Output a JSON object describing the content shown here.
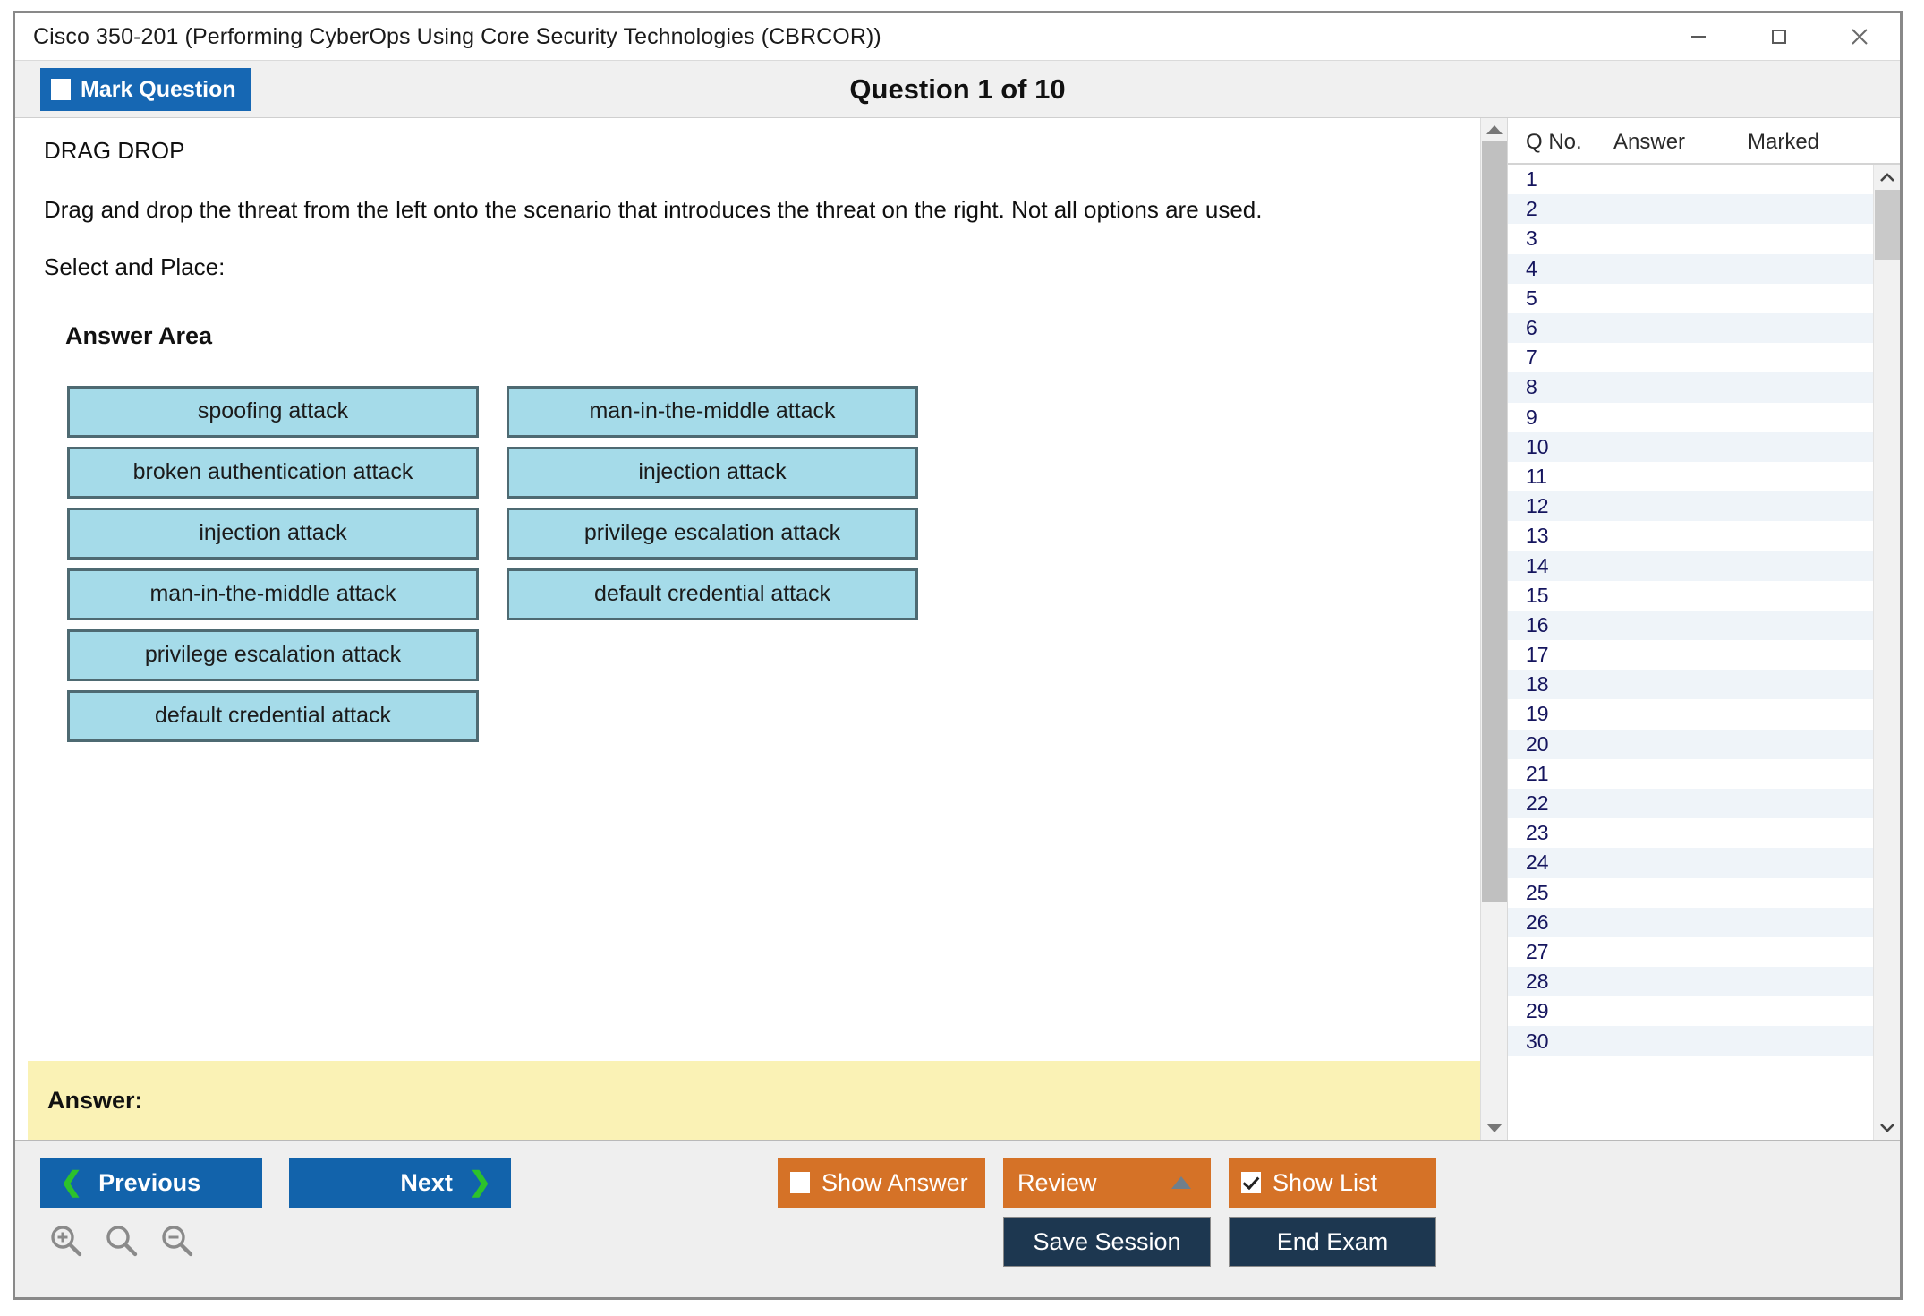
{
  "window": {
    "title": "Cisco 350-201 (Performing CyberOps Using Core Security Technologies (CBRCOR))",
    "controls": {
      "minimize": "minimize-icon",
      "maximize": "maximize-icon",
      "close": "close-icon"
    }
  },
  "toolbar": {
    "mark_question_label": "Mark Question",
    "mark_question_checked": false,
    "question_counter": "Question 1 of 10"
  },
  "question": {
    "type_label": "DRAG DROP",
    "instruction": "Drag and drop the threat from the left onto the scenario that introduces the threat on the right. Not all options are used.",
    "select_and_place": "Select and Place:",
    "answer_area_title": "Answer Area",
    "left_options": [
      "spoofing attack",
      "broken authentication attack",
      "injection attack",
      "man-in-the-middle attack",
      "privilege escalation attack",
      "default credential attack"
    ],
    "right_options": [
      "man-in-the-middle attack",
      "injection attack",
      "privilege escalation attack",
      "default credential attack"
    ],
    "answer_label": "Answer:",
    "answer_value": ""
  },
  "list_panel": {
    "headers": [
      "Q No.",
      "Answer",
      "Marked"
    ],
    "rows": [
      {
        "q": "1",
        "answer": "",
        "marked": ""
      },
      {
        "q": "2",
        "answer": "",
        "marked": ""
      },
      {
        "q": "3",
        "answer": "",
        "marked": ""
      },
      {
        "q": "4",
        "answer": "",
        "marked": ""
      },
      {
        "q": "5",
        "answer": "",
        "marked": ""
      },
      {
        "q": "6",
        "answer": "",
        "marked": ""
      },
      {
        "q": "7",
        "answer": "",
        "marked": ""
      },
      {
        "q": "8",
        "answer": "",
        "marked": ""
      },
      {
        "q": "9",
        "answer": "",
        "marked": ""
      },
      {
        "q": "10",
        "answer": "",
        "marked": ""
      },
      {
        "q": "11",
        "answer": "",
        "marked": ""
      },
      {
        "q": "12",
        "answer": "",
        "marked": ""
      },
      {
        "q": "13",
        "answer": "",
        "marked": ""
      },
      {
        "q": "14",
        "answer": "",
        "marked": ""
      },
      {
        "q": "15",
        "answer": "",
        "marked": ""
      },
      {
        "q": "16",
        "answer": "",
        "marked": ""
      },
      {
        "q": "17",
        "answer": "",
        "marked": ""
      },
      {
        "q": "18",
        "answer": "",
        "marked": ""
      },
      {
        "q": "19",
        "answer": "",
        "marked": ""
      },
      {
        "q": "20",
        "answer": "",
        "marked": ""
      },
      {
        "q": "21",
        "answer": "",
        "marked": ""
      },
      {
        "q": "22",
        "answer": "",
        "marked": ""
      },
      {
        "q": "23",
        "answer": "",
        "marked": ""
      },
      {
        "q": "24",
        "answer": "",
        "marked": ""
      },
      {
        "q": "25",
        "answer": "",
        "marked": ""
      },
      {
        "q": "26",
        "answer": "",
        "marked": ""
      },
      {
        "q": "27",
        "answer": "",
        "marked": ""
      },
      {
        "q": "28",
        "answer": "",
        "marked": ""
      },
      {
        "q": "29",
        "answer": "",
        "marked": ""
      },
      {
        "q": "30",
        "answer": "",
        "marked": ""
      }
    ]
  },
  "footer": {
    "previous_label": "Previous",
    "next_label": "Next",
    "show_answer_label": "Show Answer",
    "show_answer_checked": false,
    "review_label": "Review",
    "show_list_label": "Show List",
    "show_list_checked": true,
    "save_session_label": "Save Session",
    "end_exam_label": "End Exam",
    "zoom_in_icon": "zoom-in-icon",
    "zoom_reset_icon": "zoom-reset-icon",
    "zoom_out_icon": "zoom-out-icon"
  },
  "colors": {
    "accent_blue": "#1263ab",
    "accent_orange": "#d57227",
    "navy": "#1d3750",
    "option_box": "#a5dbe9",
    "answer_bar": "#faf2b5",
    "chevron_green": "#2cc22c"
  }
}
